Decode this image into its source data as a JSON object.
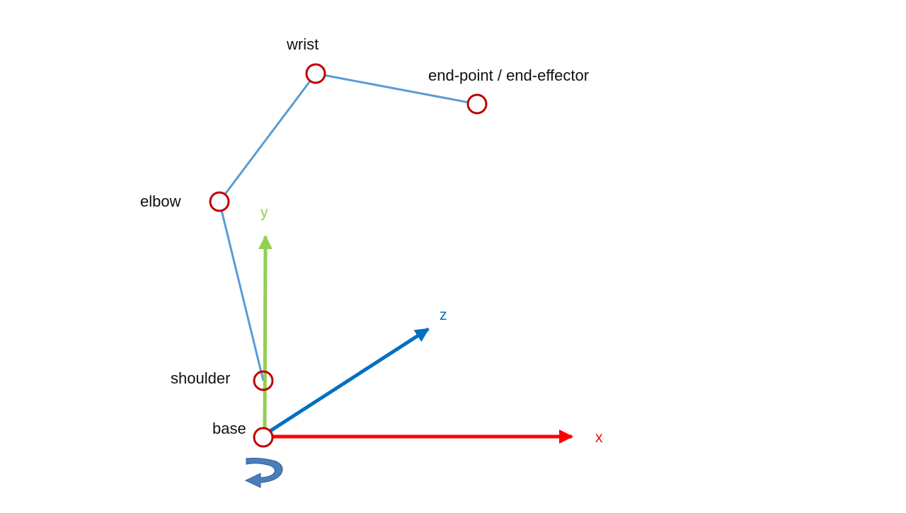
{
  "joints": {
    "wrist": "wrist",
    "end_effector": "end-point / end-effector",
    "elbow": "elbow",
    "shoulder": "shoulder",
    "base": "base"
  },
  "axes": {
    "x": "x",
    "y": "y",
    "z": "z"
  },
  "colors": {
    "link": "#5b9bd5",
    "joint_stroke": "#c00000",
    "x_axis": "#ff0000",
    "y_axis": "#92d050",
    "z_axis": "#0070c0",
    "rotation_arrow": "#4a7ebb"
  },
  "icons": {
    "rotation": "rotation-arrow-icon"
  }
}
